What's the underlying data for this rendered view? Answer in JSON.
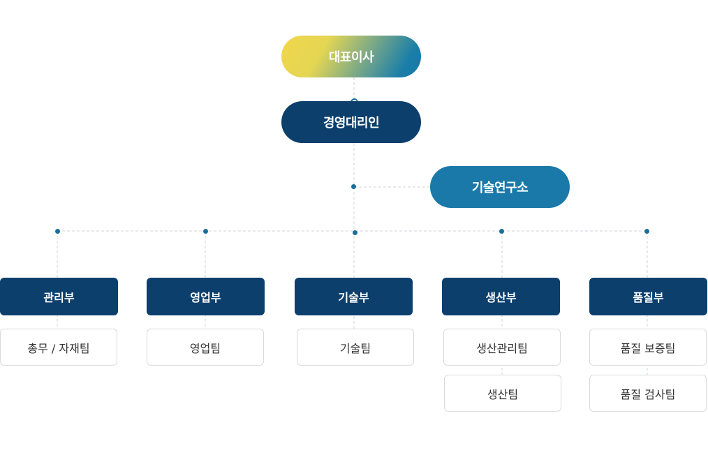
{
  "org": {
    "ceo": "대표이사",
    "executive": "경영대리인",
    "lab": "기술연구소",
    "departments": [
      "관리부",
      "영업부",
      "기술부",
      "생산부",
      "품질부"
    ],
    "teams": {
      "admin": [
        "총무 / 자재팀"
      ],
      "sales": [
        "영업팀"
      ],
      "tech": [
        "기술팀"
      ],
      "production": [
        "생산관리팀",
        "생산팀"
      ],
      "quality": [
        "품질 보증팀",
        "품질 검사팀"
      ]
    }
  },
  "colors": {
    "navy": "#0c3f6c",
    "teal": "#1a79a8",
    "gradient_start": "#f2d64c",
    "gradient_end": "#177aa9",
    "connector": "#cfd3d8",
    "dot": "#1a6f98"
  }
}
